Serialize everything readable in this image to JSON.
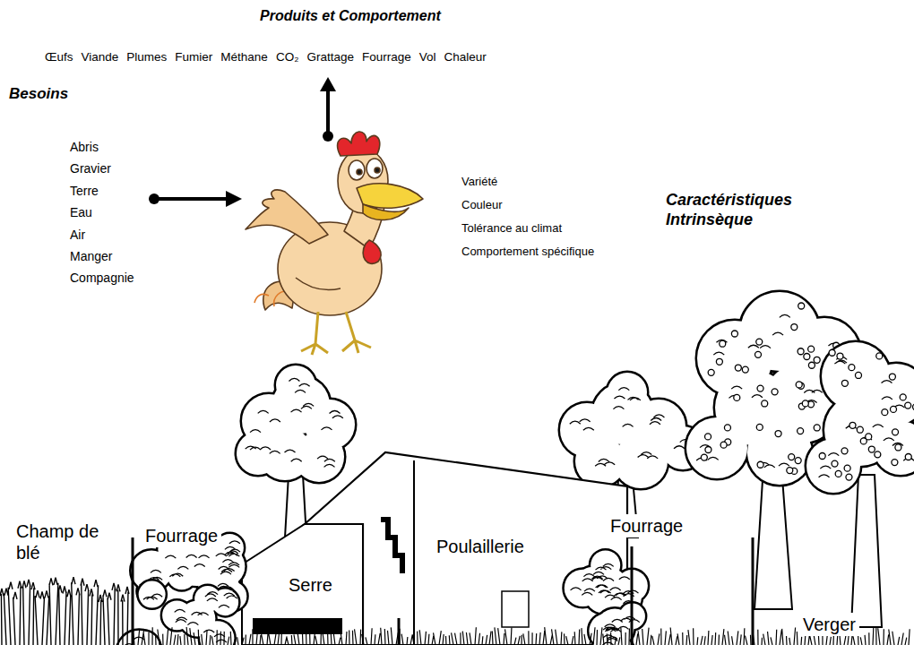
{
  "diagram": {
    "labels": [
      "Produits et Comportement",
      "Œufs",
      "Viande",
      "Plumes",
      "Fumier",
      "Méthane",
      "CO₂",
      "Grattage",
      "Fourrage",
      "Vol",
      "Chaleur",
      "Besoins",
      "Abris",
      "Gravier",
      "Terre",
      "Eau",
      "Air",
      "Manger",
      "Compagnie",
      "Variété",
      "Couleur",
      "Tolérance au climat",
      "Comportement spécifique",
      "Caractéristiques Intrinsèque",
      "Champ de blé",
      "Fourrage",
      "Serre",
      "Poulaillerie",
      "Fourrage",
      "Verger"
    ]
  }
}
